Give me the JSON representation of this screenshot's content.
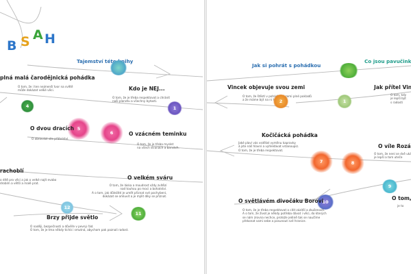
{
  "heading": {
    "letters": [
      "B",
      "S",
      "A",
      "H"
    ],
    "colors": [
      "#2d76c9",
      "#e6a21c",
      "#3aa43a",
      "#2d76c9"
    ]
  },
  "left": {
    "section_title": "Tajemství této knihy",
    "entries": [
      {
        "title": "plná malá čarodějnická pohádka",
        "body": "O tom, že i ten nejmenší tvor na světě\nmůže dokázat velké věci."
      },
      {
        "title": "Kdo je NEJ...",
        "body": "O tom, že je třeba respektovat a chránit\nnaši planetu a všechny bytosti."
      },
      {
        "title": "O dvou dracích",
        "body": "O obrovské síle přátelství."
      },
      {
        "title": "O vzácném teminku",
        "body": "O tom, že je třeba myslet\nna všech stranách a barvách."
      },
      {
        "title": "rachoblí",
        "body": "o dítě pro věci a jak o velké najít evabo\ndrobím a větší a malé prat."
      },
      {
        "title": "O velkém sváru",
        "body": "O tom, že láska a moudrost vždy zvítězí\nnad touhou po moci a bohatství.\nA o tom, jak důležité je umět přiznat své pochybení,\ndokázat se omluvit a je mýlit díky se přiznat."
      },
      {
        "title": "Brzy přijde světlo",
        "body": "O naději, bezpečnosti a důvěře v pevný řád.\nO tom, že je tma někdy tichá i smutná, abychom pak poznali radost."
      }
    ],
    "numbers": [
      "4",
      "1",
      "5",
      "6",
      "12",
      "11"
    ]
  },
  "right": {
    "section_title_a": "Jak si pohrát s pohádkou",
    "section_title_b": "Co jsou pavučinky",
    "entries": [
      {
        "title": "Vincek objevuje svou zemi",
        "body": "O tom, že štěstí v pohádkové zemi plné pokladů\na že máme být na ni hrdí."
      },
      {
        "title": "Jak přítel Vin",
        "body": "O tom, kdy\nje lepší být\ns radostí"
      },
      {
        "title": "Kočičácká pohádka",
        "body": "Jaké plavi vás vsdělat vyměnu kapravky\ná jste náš hlavní a vyhledávat vstanoupiz.\nO tom, že je třeba respektovat."
      },
      {
        "title": "O víle Rozárce a d",
        "body": "O tom, že není se dvě ukáže\nje lepší a tom uteče"
      },
      {
        "title": "O světlávém divočáku Borovi",
        "body": "O tom, že je třeba respektovat a citit zázitší a zkušenosti.\nA o tom, že život je někdy potřeba dávat i věci, do kterých\nse nám zrovna nechce, protože jedině tak se naučíme\npřekonat sami sebe a posunout své hranice."
      },
      {
        "title": "O tom, že",
        "body": "je to"
      }
    ],
    "numbers": [
      "2",
      "1",
      "7",
      "8",
      "9",
      "10"
    ]
  }
}
